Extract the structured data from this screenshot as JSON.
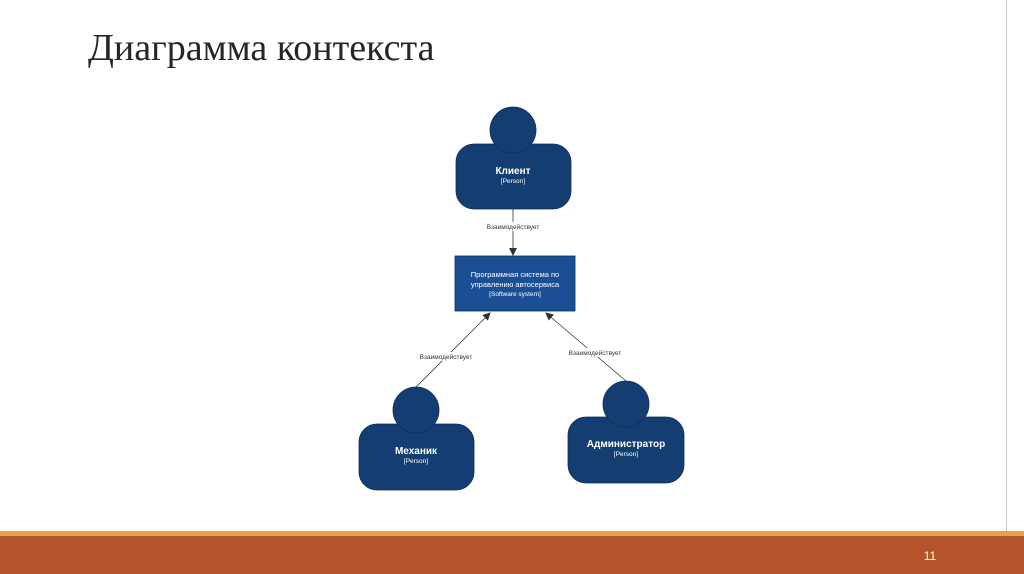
{
  "slide": {
    "title": "Диаграмма контекста",
    "page_number": "11"
  },
  "colors": {
    "person_fill": "#143e72",
    "system_fill": "#1a4f96",
    "footer": "#b5532a",
    "footer_accent": "#eba04a"
  },
  "diagram": {
    "nodes": [
      {
        "id": "client",
        "kind": "person",
        "name": "Клиент",
        "type": "[Person]"
      },
      {
        "id": "system",
        "kind": "software-system",
        "line1": "Программная система по",
        "line2": "управлению автосервиса",
        "type": "[Software system]"
      },
      {
        "id": "mechanic",
        "kind": "person",
        "name": "Механик",
        "type": "[Person]"
      },
      {
        "id": "admin",
        "kind": "person",
        "name": "Администратор",
        "type": "[Person]"
      }
    ],
    "edges": [
      {
        "from": "client",
        "to": "system",
        "label": "Взаимодействует"
      },
      {
        "from": "mechanic",
        "to": "system",
        "label": "Взаимодействует"
      },
      {
        "from": "admin",
        "to": "system",
        "label": "Взаимодействует"
      }
    ]
  }
}
